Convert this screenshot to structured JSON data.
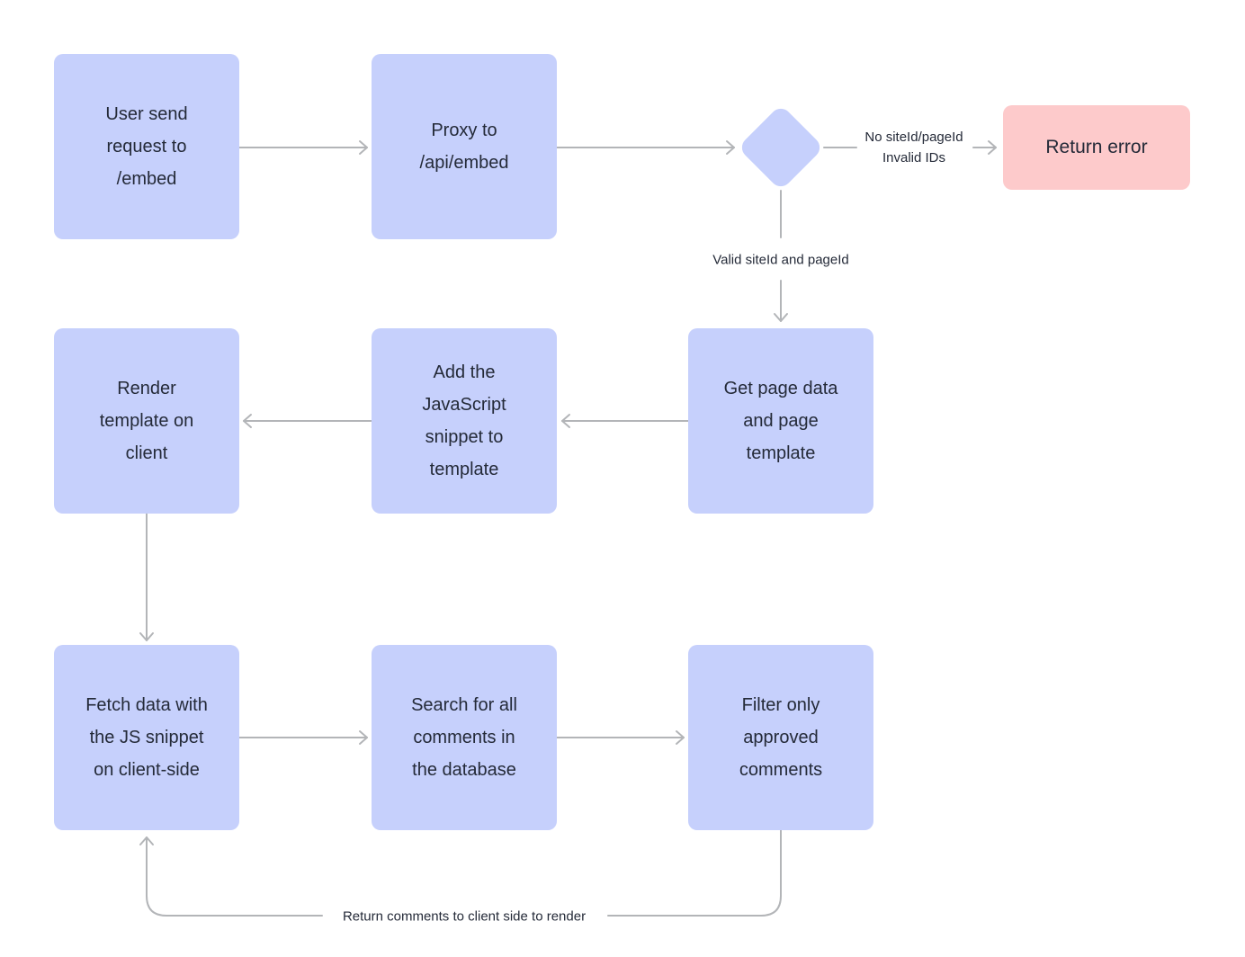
{
  "colors": {
    "process_fill": "#c6d0fc",
    "error_fill": "#fdcacb",
    "connector": "#b3b5b8",
    "text": "#242a38",
    "canvas": "#ffffff"
  },
  "nodes": {
    "user_request": {
      "label": [
        "User send",
        "request to",
        "/embed"
      ]
    },
    "proxy": {
      "label": [
        "Proxy to",
        "/api/embed"
      ]
    },
    "return_error": {
      "label": [
        "Return error"
      ]
    },
    "get_page": {
      "label": [
        "Get page data",
        "and page",
        "template"
      ]
    },
    "add_js": {
      "label": [
        "Add the",
        "JavaScript",
        "snippet to",
        "template"
      ]
    },
    "render_template": {
      "label": [
        "Render",
        "template on",
        "client"
      ]
    },
    "fetch_data": {
      "label": [
        "Fetch data with",
        "the JS snippet",
        "on client-side"
      ]
    },
    "search_comments": {
      "label": [
        "Search for all",
        "comments in",
        "the database"
      ]
    },
    "filter_comments": {
      "label": [
        "Filter only",
        "approved",
        "comments"
      ]
    }
  },
  "edge_labels": {
    "no_site_invalid": [
      "No siteId/pageId",
      "Invalid IDs"
    ],
    "valid_ids": [
      "Valid siteId and pageId"
    ],
    "return_comments": [
      "Return comments to client side to render"
    ]
  }
}
